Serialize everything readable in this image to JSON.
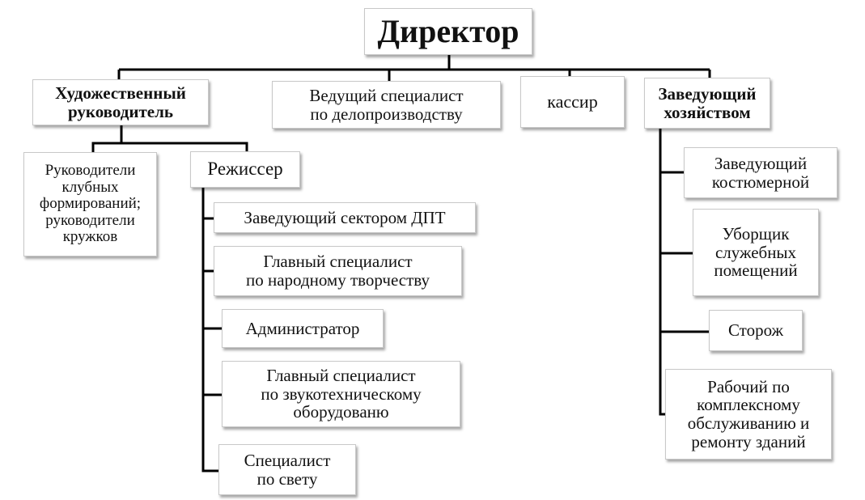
{
  "director": "Директор",
  "top_level": [
    {
      "id": "art",
      "label": "Художественный\nруководитель"
    },
    {
      "id": "docs",
      "label": "Ведущий специалист\nпо делопроизводству"
    },
    {
      "id": "cashier",
      "label": "кассир"
    },
    {
      "id": "household",
      "label": "Заведующий\nхозяйством"
    }
  ],
  "art_children": [
    {
      "id": "clubs",
      "label": "Руководители\nклубных\nформирований;\nруководители\nкружков"
    },
    {
      "id": "director_stage",
      "label": "Режиссер"
    }
  ],
  "stage_children": [
    "Заведующий сектором ДПТ",
    "Главный специалист\nпо народному творчеству",
    "Администратор",
    "Главный специалист\nпо звукотехническому\nоборудованю",
    "Специалист\nпо свету"
  ],
  "household_children": [
    "Заведующий\nкостюмерной",
    "Уборщик\nслужебных\nпомещений",
    "Сторож",
    "Рабочий по\nкомплексному\nобслуживанию и\nремонту зданий"
  ]
}
